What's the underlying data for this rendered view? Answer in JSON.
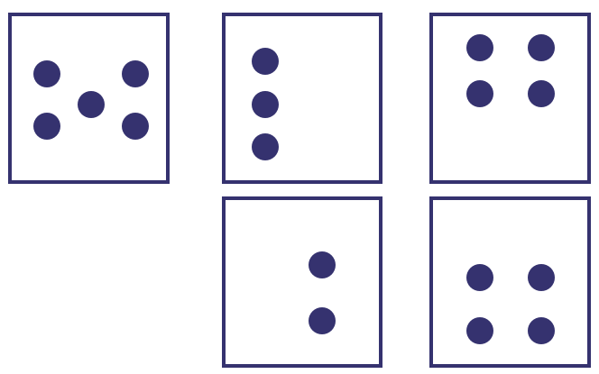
{
  "colors": {
    "stroke": "#35326f",
    "dot": "#35326f",
    "background": "#ffffff"
  },
  "boxes": [
    {
      "id": "box-1",
      "dot_count": 5
    },
    {
      "id": "box-2",
      "dot_count": 3
    },
    {
      "id": "box-3",
      "dot_count": 4
    },
    {
      "id": "box-4",
      "dot_count": 2
    },
    {
      "id": "box-5",
      "dot_count": 4
    }
  ]
}
